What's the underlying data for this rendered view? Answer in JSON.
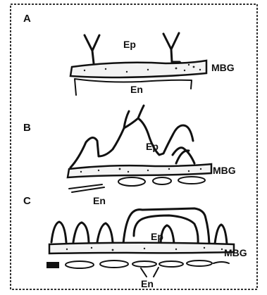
{
  "panels": [
    {
      "letter": "A",
      "labels": {
        "epithelium": "Ep",
        "membrane": "MBG",
        "endothelium": "En"
      }
    },
    {
      "letter": "B",
      "labels": {
        "epithelium": "Ep",
        "membrane": "MBG",
        "endothelium": "En"
      }
    },
    {
      "letter": "C",
      "labels": {
        "epithelium": "Ep",
        "membrane": "MBG",
        "endothelium": "En"
      }
    }
  ]
}
